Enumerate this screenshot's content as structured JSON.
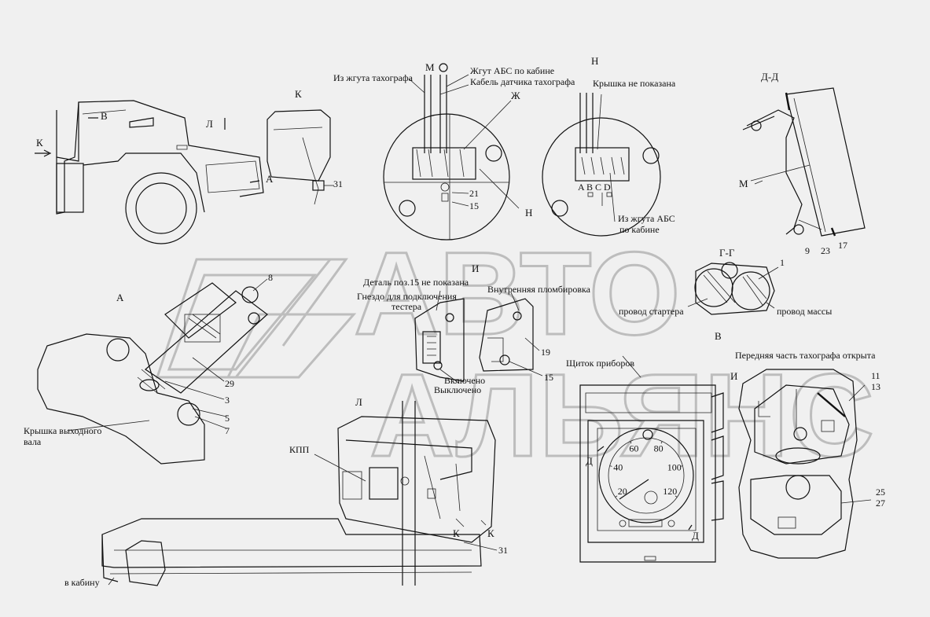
{
  "watermark": {
    "line1": "АВТО",
    "line2": "АЛЬЯНС"
  },
  "views": {
    "cab": {
      "view_letter": "В",
      "arrow_k": "К",
      "arrow_l": "Л",
      "arrow_a": "А"
    },
    "k": {
      "title": "К",
      "callout_31": "31"
    },
    "m": {
      "title": "М",
      "from_tacho_harness": "Из жгута тахографа",
      "abs_harness_cab": "Жгут АБС по кабине",
      "tacho_sensor_cable": "Кабель датчика тахографа",
      "zh": "Ж",
      "callout_21": "21",
      "callout_15": "15",
      "n_mark": "Н"
    },
    "n": {
      "title": "Н",
      "cover_not_shown": "Крышка не показана",
      "pins": "A B C D",
      "from_abs_harness_1": "Из жгута АБС",
      "from_abs_harness_2": "по кабине"
    },
    "dd": {
      "title": "Д-Д",
      "m_mark": "М",
      "callout_9": "9",
      "callout_23": "23",
      "callout_17": "17"
    },
    "gg": {
      "title": "Г-Г",
      "callout_1": "1",
      "starter_wire": "провод стартера",
      "ground_wire": "провод массы"
    },
    "a": {
      "title": "А",
      "callout_8": "8",
      "callout_29": "29",
      "callout_3": "3",
      "callout_5": "5",
      "callout_7": "7",
      "output_shaft_cover_1": "Крышка выходного",
      "output_shaft_cover_2": "вала"
    },
    "i": {
      "title": "И",
      "part15_not_shown": "Деталь поз.15 не показана",
      "tester_socket_1": "Гнездо для подключения",
      "tester_socket_2": "тестера",
      "internal_seal": "Внутренняя пломбировка",
      "callout_19": "19",
      "callout_15": "15",
      "on": "Включено",
      "off": "Выключено"
    },
    "v": {
      "title": "В",
      "dashboard": "Щиток приборов",
      "d_mark_1": "Д",
      "d_mark_2": "Д",
      "front_open": "Передняя часть тахографа открыта",
      "i_mark": "И",
      "callout_11": "11",
      "callout_13": "13",
      "callout_25": "25",
      "callout_27": "27",
      "speed_ticks": [
        "20",
        "40",
        "60",
        "80",
        "100",
        "120"
      ]
    },
    "l": {
      "title": "Л",
      "kpp": "КПП",
      "k_left": "К",
      "k_right": "К",
      "callout_31": "31",
      "to_cab": "в кабину"
    }
  }
}
